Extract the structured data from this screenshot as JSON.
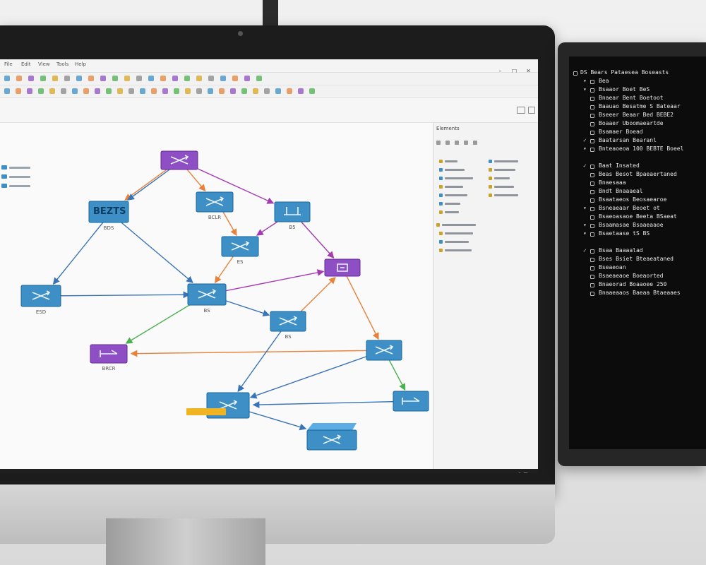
{
  "colors": {
    "node_blue": "#3d8fc6",
    "node_purple": "#8e4fc4",
    "link_blue": "#3a74b8",
    "link_orange": "#e8823a",
    "link_purple": "#a53ab3",
    "link_green": "#4caf50",
    "taskbar": "#1f1f1f",
    "terminal_bg": "#0c0c0c"
  },
  "menubar": {
    "items": [
      "File",
      "Edit",
      "View",
      "Tools",
      "Help"
    ]
  },
  "toolbar": {
    "row1_icon_count": 22,
    "row2_icon_count": 28
  },
  "diagram": {
    "nodes": [
      {
        "id": "n-top",
        "kind": "switch",
        "color": "purple"
      },
      {
        "id": "n-bezts",
        "kind": "device",
        "color": "blue",
        "text": "BEZTS",
        "label": "BDS"
      },
      {
        "id": "n-mid-top",
        "kind": "switch",
        "color": "blue",
        "label": "BCLR"
      },
      {
        "id": "n-router-right",
        "kind": "router",
        "color": "blue",
        "label": "B5"
      },
      {
        "id": "n-center-top",
        "kind": "switch",
        "color": "blue",
        "label": "ES"
      },
      {
        "id": "n-left",
        "kind": "switch",
        "color": "blue",
        "label": "ESD"
      },
      {
        "id": "n-center",
        "kind": "switch",
        "color": "blue",
        "label": "BS"
      },
      {
        "id": "n-purple-right",
        "kind": "server",
        "color": "purple"
      },
      {
        "id": "n-mid-right",
        "kind": "switch",
        "color": "blue",
        "label": "BS"
      },
      {
        "id": "n-purple-left",
        "kind": "device",
        "color": "purple",
        "label": "BRCR"
      },
      {
        "id": "n-far-right",
        "kind": "switch",
        "color": "blue"
      },
      {
        "id": "n-bottom-center",
        "kind": "switch",
        "color": "blue"
      },
      {
        "id": "n-bottom-right",
        "kind": "device",
        "color": "blue"
      },
      {
        "id": "n-bottom-3d",
        "kind": "switch",
        "color": "blue"
      }
    ],
    "links": [
      {
        "from": "n-top",
        "to": "n-bezts",
        "color": "orange"
      },
      {
        "from": "n-top",
        "to": "n-bezts",
        "color": "blue"
      },
      {
        "from": "n-top",
        "to": "n-mid-top",
        "color": "orange"
      },
      {
        "from": "n-top",
        "to": "n-router-right",
        "color": "purple"
      },
      {
        "from": "n-mid-top",
        "to": "n-center-top",
        "color": "orange"
      },
      {
        "from": "n-router-right",
        "to": "n-center-top",
        "color": "purple"
      },
      {
        "from": "n-router-right",
        "to": "n-purple-right",
        "color": "purple"
      },
      {
        "from": "n-bezts",
        "to": "n-left",
        "color": "blue"
      },
      {
        "from": "n-bezts",
        "to": "n-center",
        "color": "blue"
      },
      {
        "from": "n-center-top",
        "to": "n-center",
        "color": "orange"
      },
      {
        "from": "n-left",
        "to": "n-center",
        "color": "blue"
      },
      {
        "from": "n-center",
        "to": "n-purple-right",
        "color": "purple"
      },
      {
        "from": "n-center",
        "to": "n-mid-right",
        "color": "blue"
      },
      {
        "from": "n-mid-right",
        "to": "n-purple-right",
        "color": "orange"
      },
      {
        "from": "n-purple-right",
        "to": "n-far-right",
        "color": "orange"
      },
      {
        "from": "n-center",
        "to": "n-purple-left",
        "color": "green"
      },
      {
        "from": "n-far-right",
        "to": "n-purple-left",
        "color": "orange"
      },
      {
        "from": "n-mid-right",
        "to": "n-bottom-center",
        "color": "blue"
      },
      {
        "from": "n-far-right",
        "to": "n-bottom-center",
        "color": "blue"
      },
      {
        "from": "n-bottom-right",
        "to": "n-bottom-center",
        "color": "blue"
      },
      {
        "from": "n-bottom-center",
        "to": "n-bottom-3d",
        "color": "blue"
      },
      {
        "from": "n-far-right",
        "to": "n-bottom-right",
        "color": "green"
      }
    ]
  },
  "properties_panel": {
    "title": "Elements"
  },
  "taskbar": {
    "app_icon_colors": [
      "#4aa3df",
      "#e8823a",
      "#3d8fc6",
      "#e0c341",
      "#e04848",
      "#4caf50",
      "#9b59b6",
      "#3d8fc6",
      "#e8823a",
      "#e04848",
      "#4aa3df",
      "#4caf50",
      "#8e4fc4",
      "#e8823a"
    ]
  },
  "terminal": {
    "lines": [
      {
        "chev": "",
        "text": "DS  Bears   Pataesea Boseasts"
      },
      {
        "chev": "▾",
        "text": "Bea"
      },
      {
        "chev": "▾",
        "text": "Bsaaor Boet BeS"
      },
      {
        "chev": "",
        "text": "Bnaear Bent Boetoot"
      },
      {
        "chev": "",
        "text": "Baauao Besatme S Bateaar"
      },
      {
        "chev": "",
        "text": "Bseeer Beaar Bed BEBE2"
      },
      {
        "chev": "",
        "text": "Boaaer Uboomaeartde"
      },
      {
        "chev": "",
        "text": "Bsamaer Boead"
      },
      {
        "chev": "✓",
        "text": "Baatarsan Bearanl"
      },
      {
        "chev": "▾",
        "text": "Bnteaoeoa 100 BEBTE Boeel"
      },
      {
        "chev": "",
        "text": ""
      },
      {
        "chev": "✓",
        "text": "Baat Insated"
      },
      {
        "chev": "",
        "text": "Beas Besot Bpaeaertaned"
      },
      {
        "chev": "",
        "text": "Bnaesaaa"
      },
      {
        "chev": "",
        "text": "Bndt Bnaaaeal"
      },
      {
        "chev": "",
        "text": "Bsaataeos Beosaearoe"
      },
      {
        "chev": "▾",
        "text": "Bsneaeaar Beoet ot"
      },
      {
        "chev": "",
        "text": "Bsaeoasaoe Beeta BSaeat"
      },
      {
        "chev": "▾",
        "text": "Bsaamasae Bsaaeaaoe"
      },
      {
        "chev": "▾",
        "text": "Bsaetaase tS BS"
      },
      {
        "chev": "",
        "text": ""
      },
      {
        "chev": "✓",
        "text": "Bsaa Baaaalad"
      },
      {
        "chev": "",
        "text": "Bses Bsiet Bteaeataned"
      },
      {
        "chev": "",
        "text": "Bseaeoan"
      },
      {
        "chev": "",
        "text": "Bsaeaeaoe Boeaorted"
      },
      {
        "chev": "",
        "text": "Bnaeorad Boaaoee 250"
      },
      {
        "chev": "",
        "text": "Bnaaeaaos Baeaa Btaeaaes"
      }
    ]
  }
}
